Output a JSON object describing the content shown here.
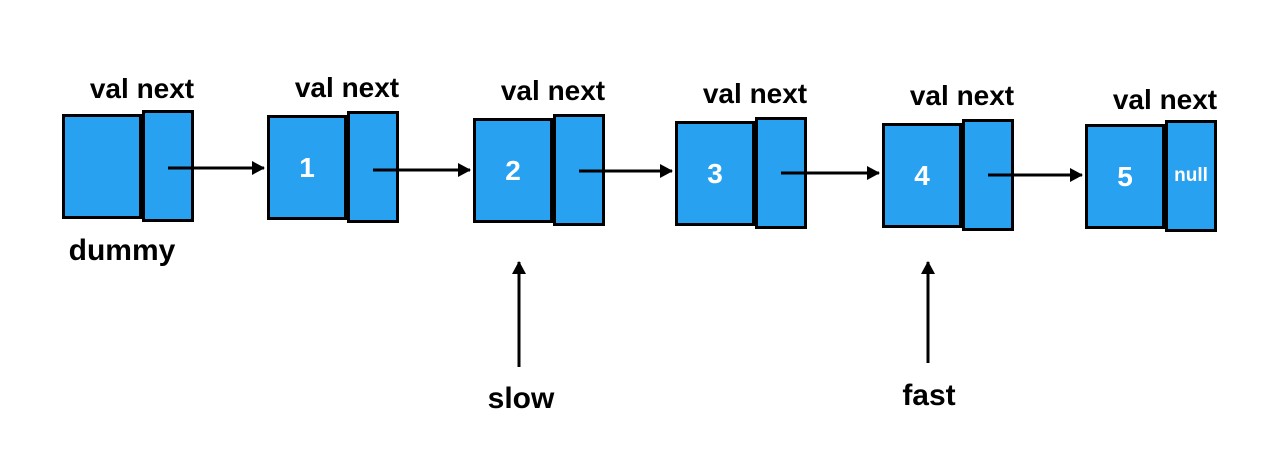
{
  "nodes": [
    {
      "id": "dummy",
      "fields_label": "val next",
      "value": "",
      "next_value": ""
    },
    {
      "id": "node-1",
      "fields_label": "val next",
      "value": "1",
      "next_value": ""
    },
    {
      "id": "node-2",
      "fields_label": "val next",
      "value": "2",
      "next_value": ""
    },
    {
      "id": "node-3",
      "fields_label": "val next",
      "value": "3",
      "next_value": ""
    },
    {
      "id": "node-4",
      "fields_label": "val next",
      "value": "4",
      "next_value": ""
    },
    {
      "id": "node-5",
      "fields_label": "val next",
      "value": "5",
      "next_value": "null"
    }
  ],
  "captions": {
    "dummy": "dummy"
  },
  "pointers": [
    {
      "label": "slow",
      "points_to_value": "2"
    },
    {
      "label": "fast",
      "points_to_value": "4"
    }
  ],
  "colors": {
    "node-fill": "#28a1f1",
    "stroke": "#000000",
    "value-text": "#ffffff",
    "label-text": "#000000",
    "background": "#ffffff"
  }
}
